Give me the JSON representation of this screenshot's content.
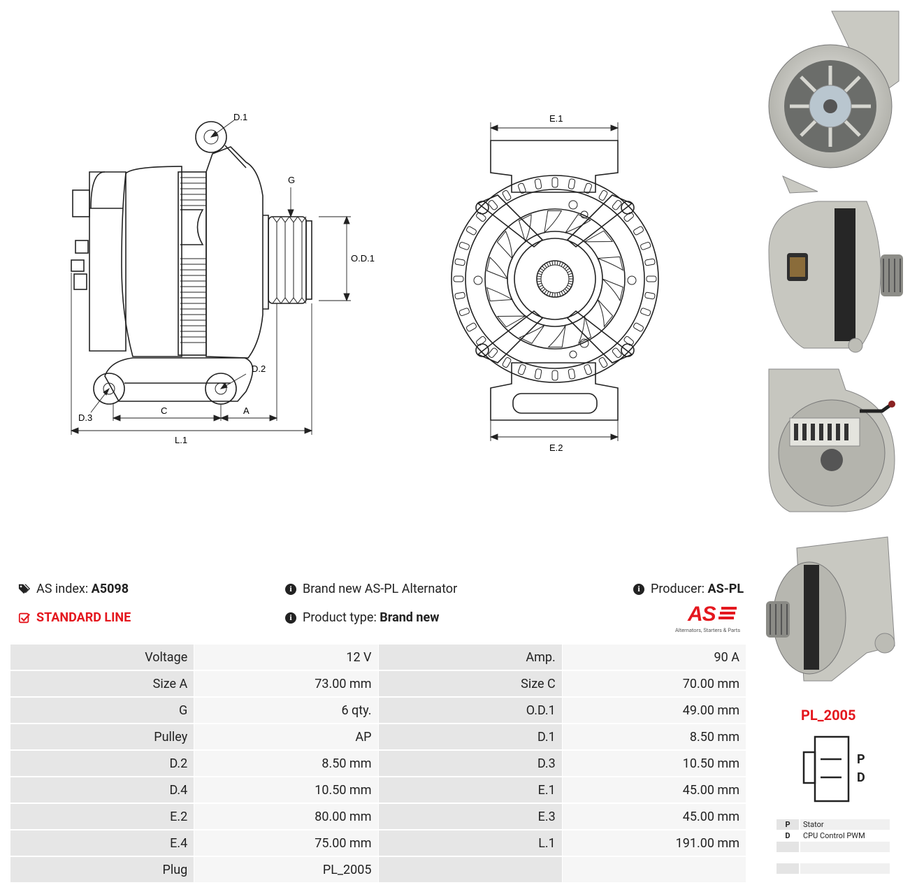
{
  "header": {
    "as_index_label": "AS index:",
    "as_index_value": "A5098",
    "line_label": "STANDARD LINE",
    "description": "Brand new AS-PL Alternator",
    "product_type_label": "Product type:",
    "product_type_value": "Brand new",
    "producer_label": "Producer:",
    "producer_value": "AS-PL",
    "logo_text": "AS",
    "logo_tagline": "Alternators, Starters & Parts"
  },
  "drawing_labels": {
    "d1": "D.1",
    "d2": "D.2",
    "d3": "D.3",
    "g": "G",
    "od1": "O.D.1",
    "a": "A",
    "c": "C",
    "l1": "L.1",
    "e1": "E.1",
    "e2": "E.2"
  },
  "specs": [
    {
      "l1": "Voltage",
      "v1": "12 V",
      "l2": "Amp.",
      "v2": "90 A"
    },
    {
      "l1": "Size A",
      "v1": "73.00 mm",
      "l2": "Size C",
      "v2": "70.00 mm"
    },
    {
      "l1": "G",
      "v1": "6 qty.",
      "l2": "O.D.1",
      "v2": "49.00 mm"
    },
    {
      "l1": "Pulley",
      "v1": "AP",
      "l2": "D.1",
      "v2": "8.50 mm"
    },
    {
      "l1": "D.2",
      "v1": "8.50 mm",
      "l2": "D.3",
      "v2": "10.50 mm"
    },
    {
      "l1": "D.4",
      "v1": "10.50 mm",
      "l2": "E.1",
      "v2": "45.00 mm"
    },
    {
      "l1": "E.2",
      "v1": "80.00 mm",
      "l2": "E.3",
      "v2": "45.00 mm"
    },
    {
      "l1": "E.4",
      "v1": "75.00 mm",
      "l2": "L.1",
      "v2": "191.00 mm"
    },
    {
      "l1": "Plug",
      "v1": "PL_2005",
      "l2": "",
      "v2": ""
    }
  ],
  "plug": {
    "code": "PL_2005",
    "pins": [
      "P",
      "D"
    ],
    "legend": [
      {
        "key": "P",
        "desc": "Stator"
      },
      {
        "key": "D",
        "desc": "CPU Control PWM"
      },
      {
        "key": "",
        "desc": ""
      },
      {
        "key": "",
        "desc": ""
      }
    ]
  },
  "colors": {
    "accent_red": "#e4171e",
    "label_bg": "#e6e6e6",
    "value_bg": "#f6f6f6"
  }
}
